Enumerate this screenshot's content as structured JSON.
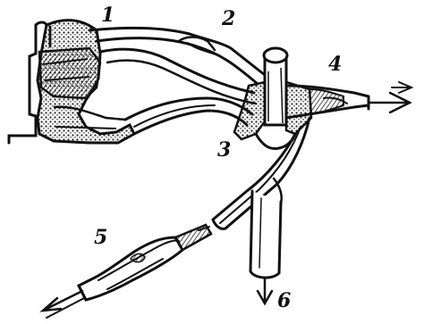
{
  "labels": {
    "l1": "1",
    "l2": "2",
    "l3": "3",
    "l4": "4",
    "l5": "5",
    "l6": "6"
  },
  "colors": {
    "ink": "#111111",
    "background": "#ffffff",
    "shade": "#8a8a8a"
  }
}
